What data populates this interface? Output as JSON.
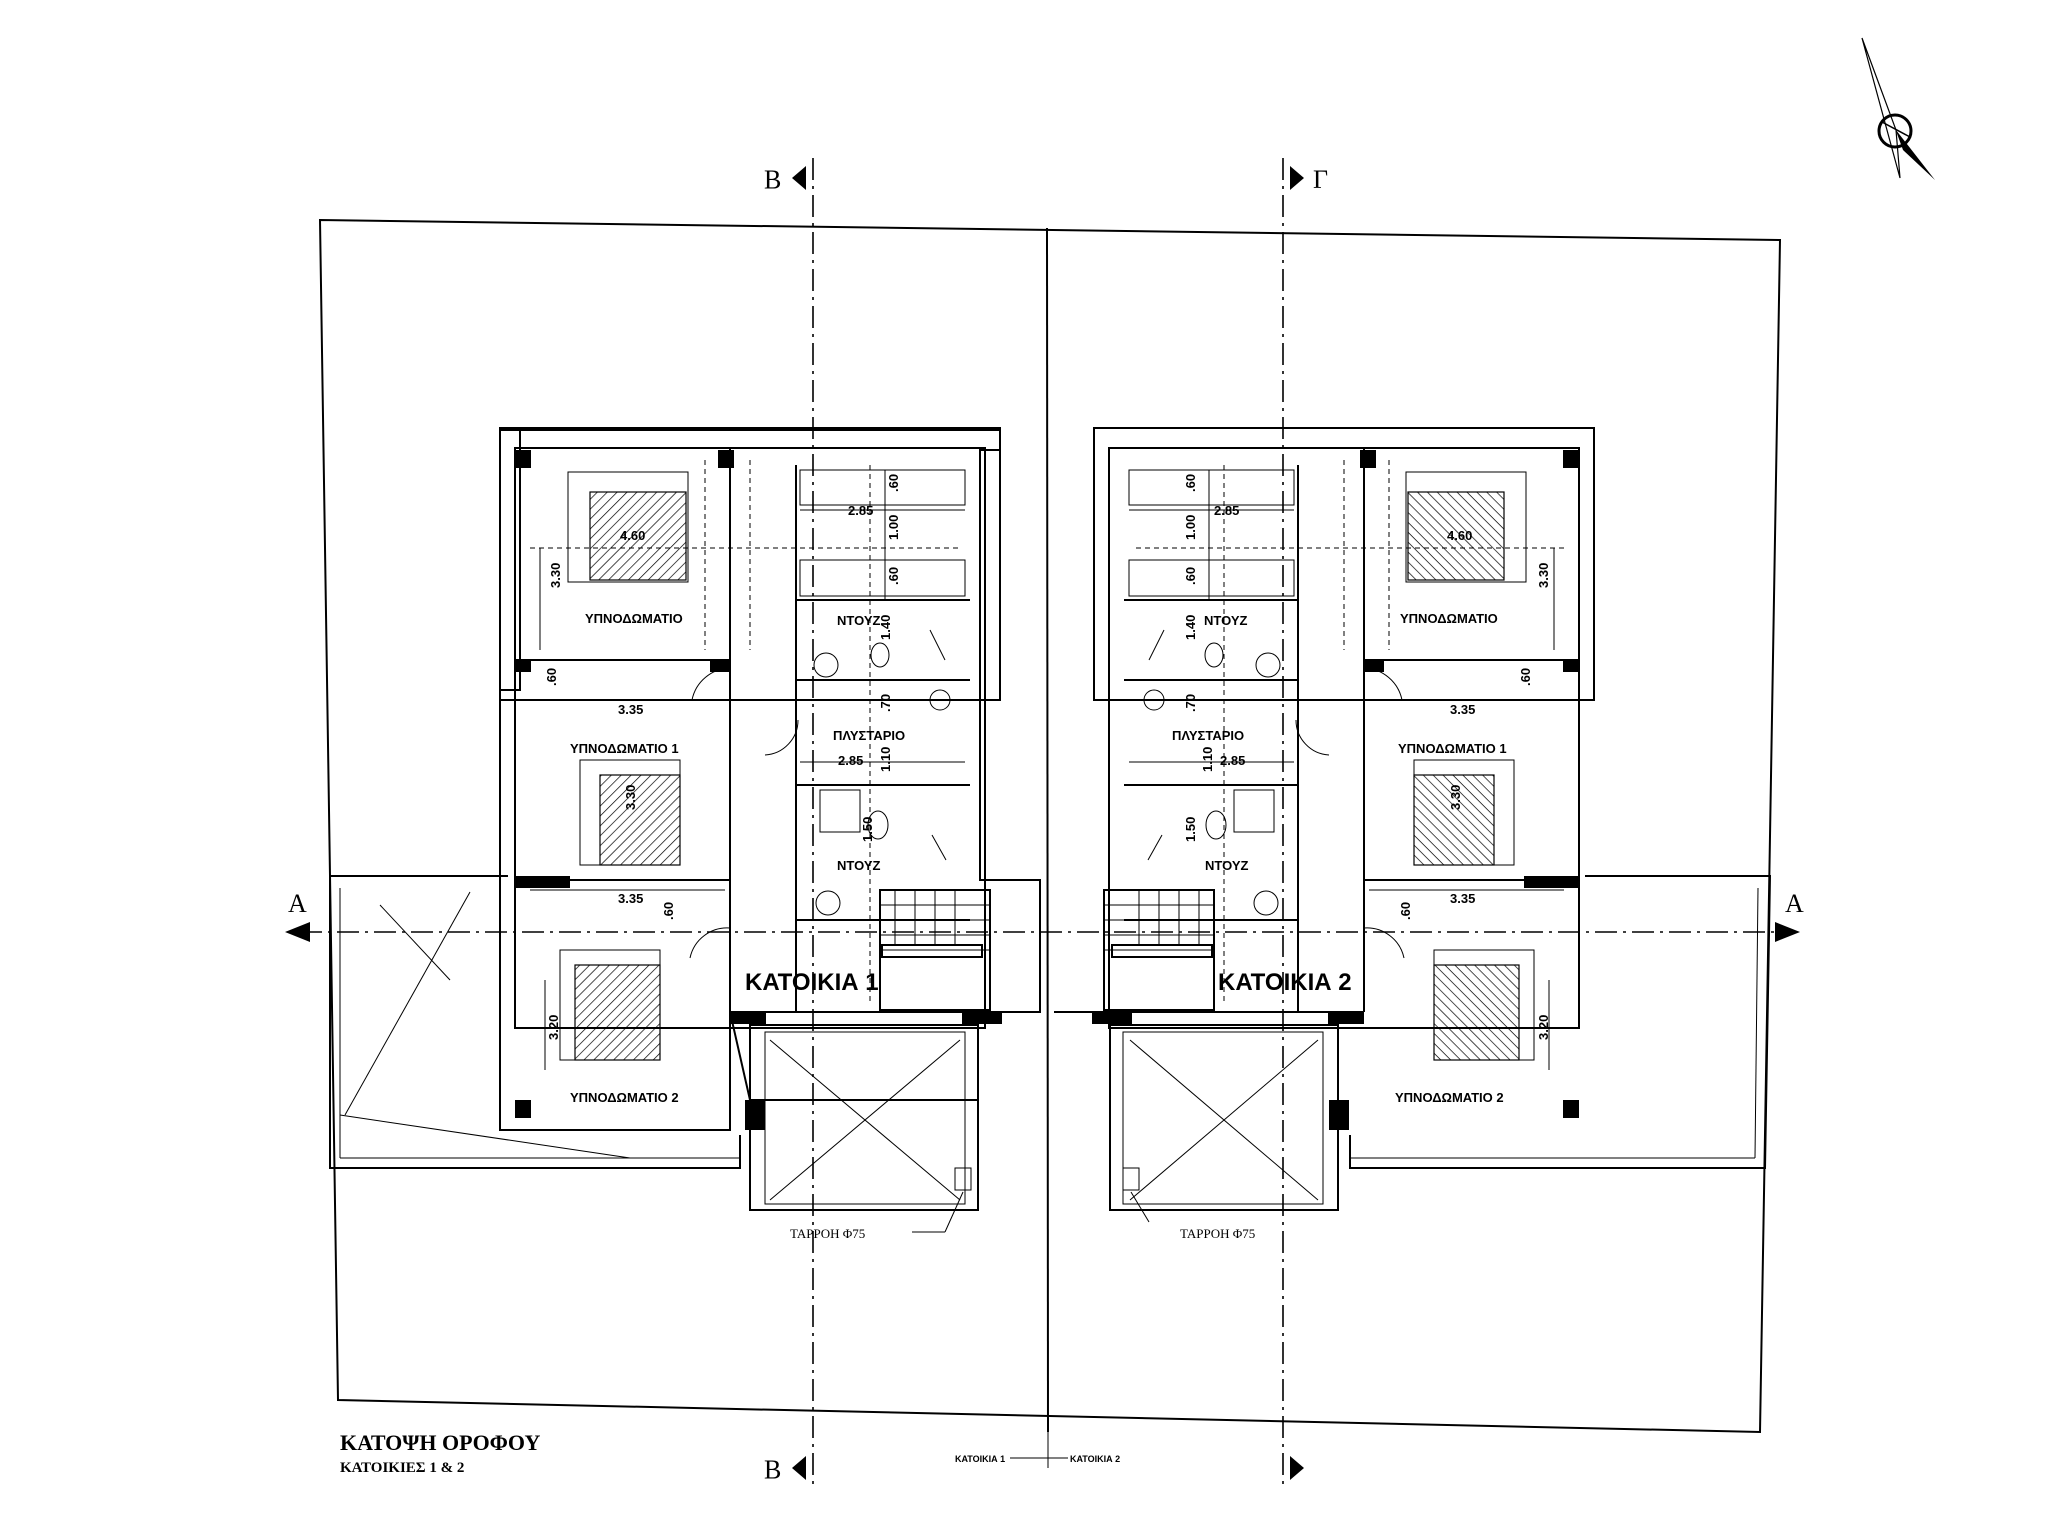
{
  "drawing": {
    "title": "ΚΑΤΟΨΗ ΟΡΟΦΟΥ",
    "subtitle": "ΚΑΤΟΙΚΙΕΣ 1 & 2",
    "houses": [
      "ΚΑΤΟΙΚΙΑ 1",
      "ΚΑΤΟΙΚΙΑ 2"
    ],
    "key_labels": [
      "ΚΑΤΟΙΚΙΑ 1",
      "ΚΑΤΟΙΚΙΑ 2"
    ],
    "sections": {
      "a": "Α",
      "b": "Β",
      "g": "Γ"
    },
    "drain_note": "ΤΑΡΡΟΗ Φ75"
  },
  "rooms": {
    "master": "ΥΠΝΟΔΩΜΑΤΙΟ",
    "bed1": "ΥΠΝΟΔΩΜΑΤΙΟ 1",
    "bed2": "ΥΠΝΟΔΩΜΑΤΙΟ 2",
    "shower": "ΝΤΟΥΖ",
    "laundry": "ΠΛΥΣΤΑΡΙΟ"
  },
  "dims": {
    "d460": "4.60",
    "d330": "3.30",
    "d335": "3.35",
    "d320": "3.20",
    "d285": "2.85",
    "d60": ".60",
    "d100": "1.00",
    "d70": ".70",
    "d140": "1.40",
    "d150": "1.50",
    "d110": "1.10"
  }
}
